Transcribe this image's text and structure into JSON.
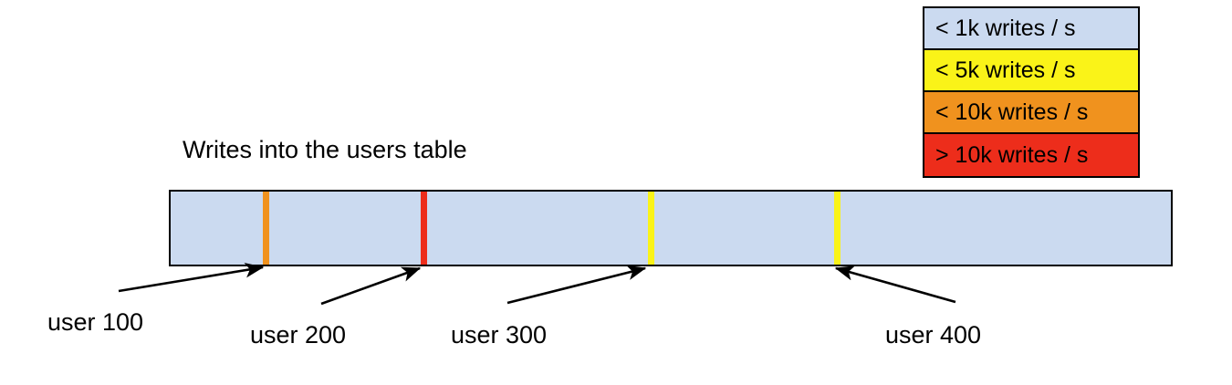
{
  "chart_data": {
    "type": "bar",
    "title": "Writes into the users table",
    "xlabel": "",
    "ylabel": "",
    "orientation": "horizontal",
    "description": "A single horizontal band representing the users table partitioned by user id, with colored vertical markers at user boundaries indicating write rates.",
    "categories": [
      "user 100",
      "user 200",
      "user 300",
      "user 400"
    ],
    "markers": [
      {
        "label": "user 100",
        "position_pct": 9.5,
        "color": "#F0921E",
        "tier": "< 10k writes / s"
      },
      {
        "label": "user 200",
        "position_pct": 25.2,
        "color": "#ED2D1B",
        "tier": "> 10k writes / s"
      },
      {
        "label": "user 300",
        "position_pct": 47.8,
        "color": "#FAF318",
        "tier": "< 5k writes / s"
      },
      {
        "label": "user 400",
        "position_pct": 66.3,
        "color": "#FAF318",
        "tier": "< 5k writes / s"
      }
    ],
    "band_fill": "#CBDAF0",
    "band_tier": "< 1k writes / s",
    "legend_position": "top-right"
  },
  "legend": {
    "items": [
      {
        "label": "< 1k writes / s",
        "color": "#CBDAF0"
      },
      {
        "label": "< 5k writes / s",
        "color": "#FAF318"
      },
      {
        "label": "< 10k writes / s",
        "color": "#F0921E"
      },
      {
        "label": "> 10k writes / s",
        "color": "#ED2D1B"
      }
    ]
  },
  "title": {
    "text": "Writes into the users table"
  },
  "labels": [
    {
      "text": "user 100"
    },
    {
      "text": "user 200"
    },
    {
      "text": "user 300"
    },
    {
      "text": "user 400"
    }
  ]
}
